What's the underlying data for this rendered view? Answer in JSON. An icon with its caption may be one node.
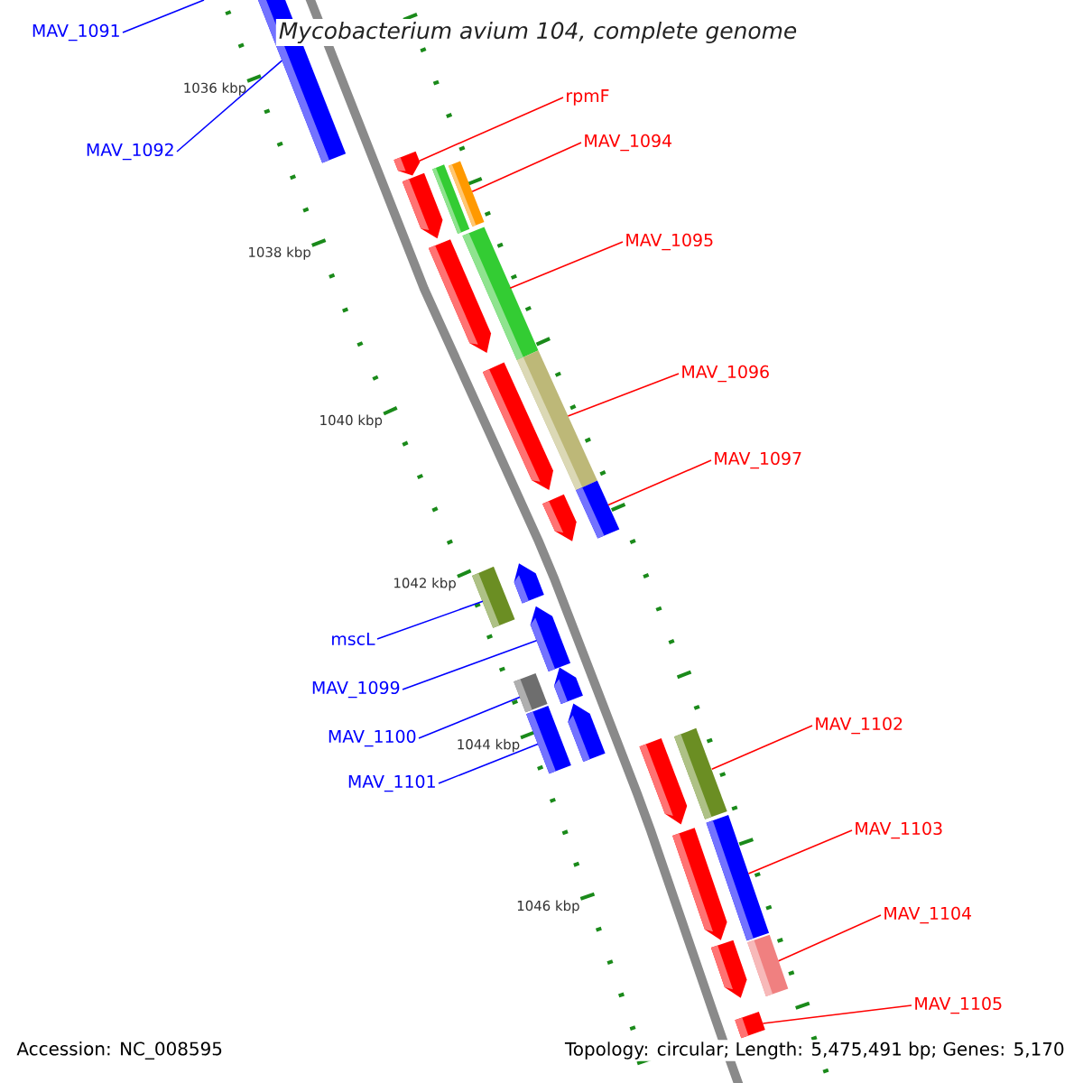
{
  "diagram": {
    "title": "Mycobacterium avium 104, complete genome",
    "nodes": [
      {
        "text": [
          "MAV_1091"
        ]
      },
      {
        "text": [
          "MAV_1092"
        ]
      },
      {
        "text": [],
        "shape": "bar"
      },
      {
        "text": [
          "rpmF"
        ]
      },
      {
        "text": [],
        "shape": "arrow"
      },
      {
        "text": [
          "MAV_1094"
        ]
      },
      {
        "text": [],
        "shape": "bar"
      },
      {
        "text": [
          "MAV_1095"
        ]
      },
      {
        "text": [],
        "shape": "bar"
      },
      {
        "text": [
          "MAV_1096"
        ]
      },
      {
        "text": [],
        "shape": "bar"
      },
      {
        "text": [
          "MAV_1097"
        ]
      },
      {
        "text": [],
        "shape": "bar"
      },
      {
        "text": [
          "mscL"
        ]
      },
      {
        "text": [],
        "shape": "bar"
      },
      {
        "text": [
          "MAV_1099"
        ]
      },
      {
        "text": [],
        "shape": "arrow"
      },
      {
        "text": [
          "MAV_1100"
        ]
      },
      {
        "text": [],
        "shape": "bar"
      },
      {
        "text": [
          "MAV_1101"
        ]
      },
      {
        "text": [],
        "shape": "bar"
      },
      {
        "text": [
          "MAV_1102"
        ]
      },
      {
        "text": [],
        "shape": "bar"
      },
      {
        "text": [
          "MAV_1103"
        ]
      },
      {
        "text": [],
        "shape": "bar"
      },
      {
        "text": [
          "MAV_1104"
        ]
      },
      {
        "text": [],
        "shape": "bar"
      },
      {
        "text": [
          "MAV_1105"
        ]
      },
      {
        "text": [],
        "shape": "arrow"
      },
      {
        "text": [],
        "shape": "bar"
      },
      {
        "text": [],
        "shape": "arrow"
      },
      {
        "text": [],
        "shape": "arrow"
      },
      {
        "text": [],
        "shape": "arrow"
      },
      {
        "text": [],
        "shape": "arrow"
      },
      {
        "text": [],
        "shape": "arrow"
      },
      {
        "text": [],
        "shape": "arrow"
      },
      {
        "text": [],
        "shape": "arrow"
      },
      {
        "text": [],
        "shape": "arrow"
      },
      {
        "text": [],
        "shape": "arrow"
      },
      {
        "text": [],
        "shape": "arrow"
      }
    ],
    "edges": [
      {
        "from": 0,
        "to": null,
        "arrow": "none",
        "color": "#0000ff"
      },
      {
        "from": 1,
        "to": 2,
        "arrow": "none",
        "color": "#0000ff"
      },
      {
        "from": 3,
        "to": 4,
        "arrow": "none"
      },
      {
        "from": 5,
        "to": 6,
        "arrow": "none"
      },
      {
        "from": 7,
        "to": 8,
        "arrow": "none"
      },
      {
        "from": 9,
        "to": 10,
        "arrow": "none"
      },
      {
        "from": 11,
        "to": 12,
        "arrow": "none"
      },
      {
        "from": 13,
        "to": 14,
        "arrow": "none",
        "color": "#0000ff"
      },
      {
        "from": 15,
        "to": 16,
        "arrow": "none",
        "color": "#0000ff"
      },
      {
        "from": 17,
        "to": 18,
        "arrow": "none",
        "color": "#0000ff"
      },
      {
        "from": 19,
        "to": 20,
        "arrow": "none",
        "color": "#0000ff"
      },
      {
        "from": 21,
        "to": 22,
        "arrow": "none"
      },
      {
        "from": 23,
        "to": 24,
        "arrow": "none"
      },
      {
        "from": 25,
        "to": 26,
        "arrow": "none"
      },
      {
        "from": 27,
        "to": 28,
        "arrow": "none"
      }
    ],
    "labels": [
      "1036 kbp",
      "1038 kbp",
      "1040 kbp",
      "1042 kbp",
      "1044 kbp",
      "1046 kbp",
      "Accession: NC_008595",
      "Topology: circular; Length: 5,475,491 bp; Genes: 5,170"
    ]
  }
}
